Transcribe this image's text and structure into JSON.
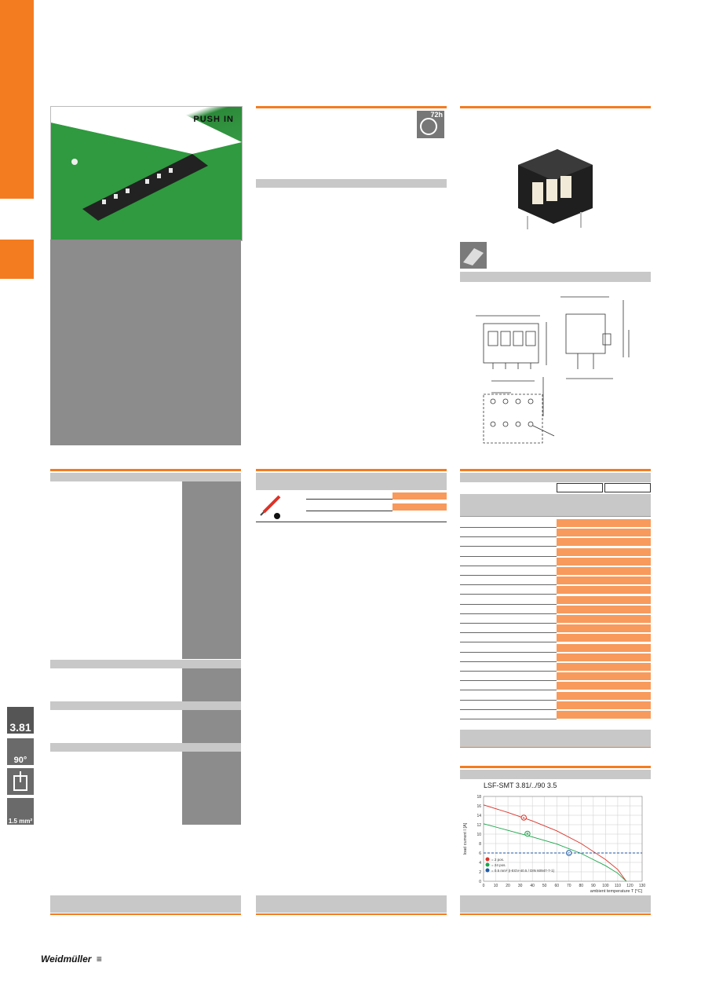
{
  "sidebar": {
    "top_color": "#f47c20"
  },
  "photo": {
    "badge_label": "PUSH IN"
  },
  "badge_72h": {
    "label": "72h"
  },
  "icons": {
    "pitch": "3.81",
    "angle": "90°",
    "wire": "1.5 mm²"
  },
  "chart_data": {
    "type": "line",
    "title": "LSF-SMT 3.81/../90 3.5",
    "xlabel": "ambient temperature T [°C]",
    "ylabel": "load current I [A]",
    "xlim": [
      0,
      130
    ],
    "ylim": [
      0,
      18
    ],
    "x_ticks": [
      0,
      10,
      20,
      30,
      40,
      50,
      60,
      70,
      80,
      90,
      100,
      110,
      120,
      130
    ],
    "y_ticks": [
      0,
      2,
      4,
      6,
      8,
      10,
      12,
      14,
      16,
      18
    ],
    "series": [
      {
        "name": "= 2 pos.",
        "marker": "A",
        "color": "#d9342b",
        "x": [
          0,
          20,
          40,
          60,
          80,
          100,
          110,
          117
        ],
        "y": [
          16.2,
          14.6,
          12.8,
          10.7,
          8.0,
          4.6,
          2.5,
          0
        ]
      },
      {
        "name": "= 24 pos.",
        "marker": "B",
        "color": "#1aa54a",
        "x": [
          0,
          20,
          40,
          60,
          80,
          100,
          110,
          117
        ],
        "y": [
          12.2,
          10.8,
          9.4,
          7.9,
          5.9,
          3.3,
          1.7,
          0
        ]
      },
      {
        "name": "= 0.5 mm² (I-EGV-40.5 / DIN 60947-7-1)",
        "marker": "C",
        "color": "#1f5aa6",
        "x": [
          0,
          130
        ],
        "y": [
          6,
          6
        ]
      }
    ],
    "markers": [
      {
        "series": 0,
        "x": 33,
        "y": 13.5
      },
      {
        "series": 1,
        "x": 36,
        "y": 10.1
      },
      {
        "series": 2,
        "x": 70,
        "y": 6
      }
    ],
    "grid": true
  },
  "footer": {
    "brand": "Weidmüller"
  }
}
